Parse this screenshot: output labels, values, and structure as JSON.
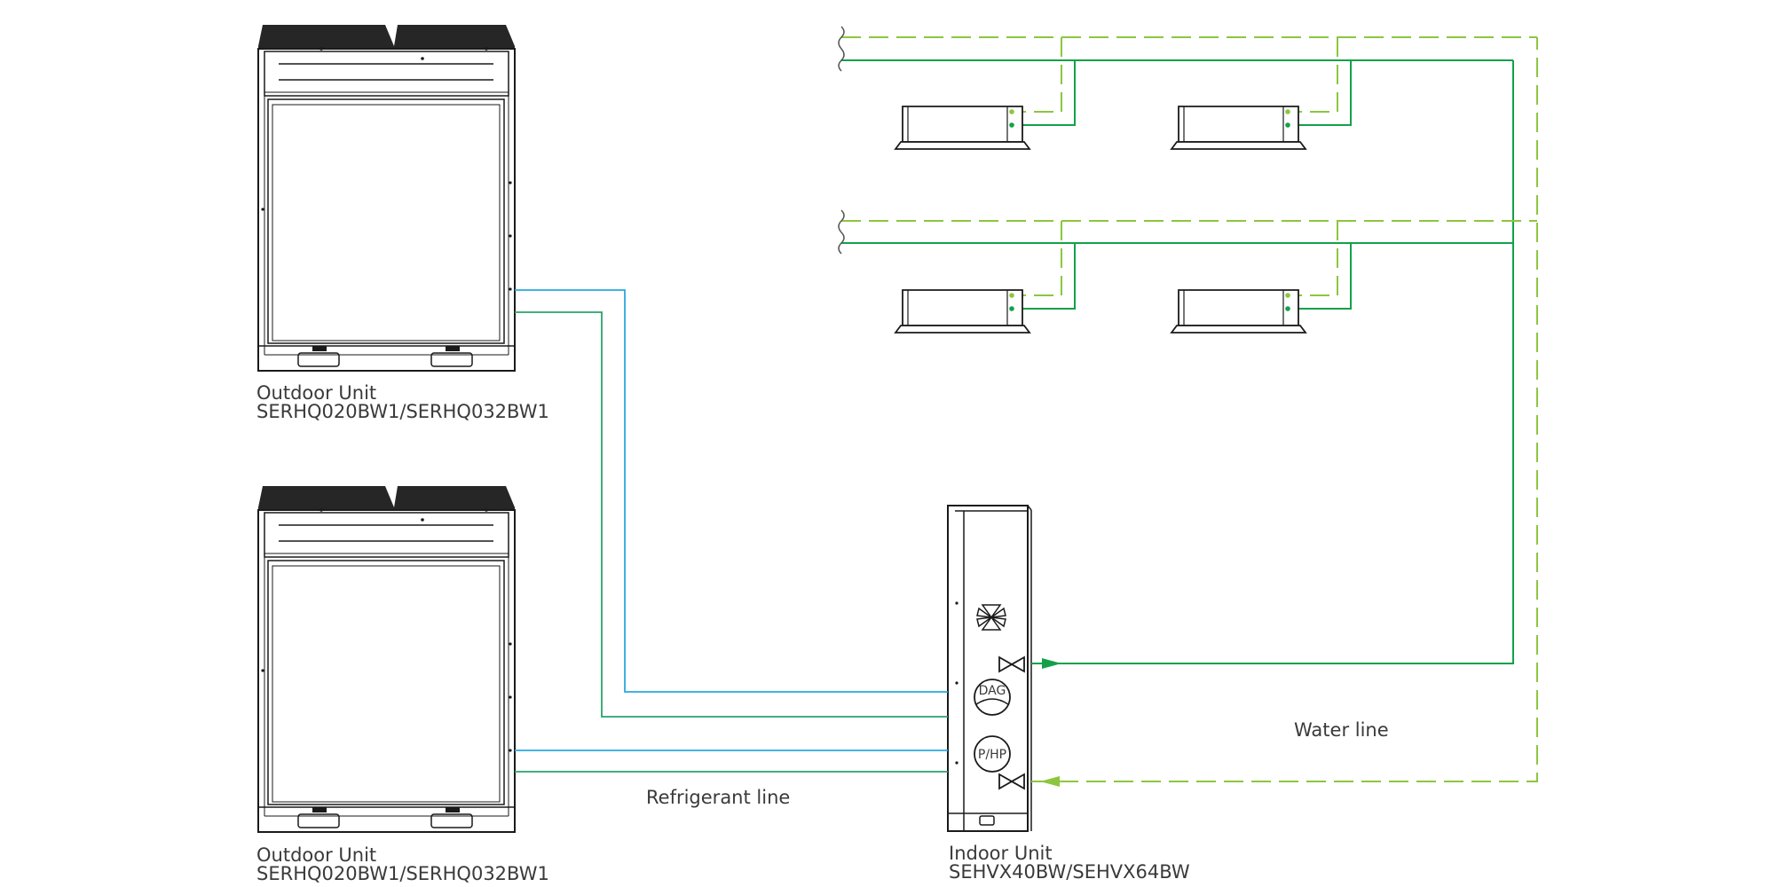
{
  "colors": {
    "refrigerant_blue": "#29a8e0",
    "refrigerant_green": "#2aa36b",
    "water_supply": "#14a04a",
    "water_return": "#8cc63f",
    "outline": "#1a1a1a",
    "text": "#3a3a3a"
  },
  "units": {
    "outdoor_top": {
      "label": "Outdoor Unit",
      "model": "SERHQ020BW1/SERHQ032BW1"
    },
    "outdoor_bottom": {
      "label": "Outdoor Unit",
      "model": "SERHQ020BW1/SERHQ032BW1"
    },
    "indoor": {
      "label": "Indoor Unit",
      "model": "SEHVX40BW/SEHVX64BW",
      "component_1": "DAG",
      "component_2": "P/HP"
    }
  },
  "lines": {
    "refrigerant": "Refrigerant line",
    "water": "Water line"
  },
  "icons": [
    "fan-icon",
    "valve-icon",
    "break-symbol-icon",
    "arrow-icon"
  ]
}
